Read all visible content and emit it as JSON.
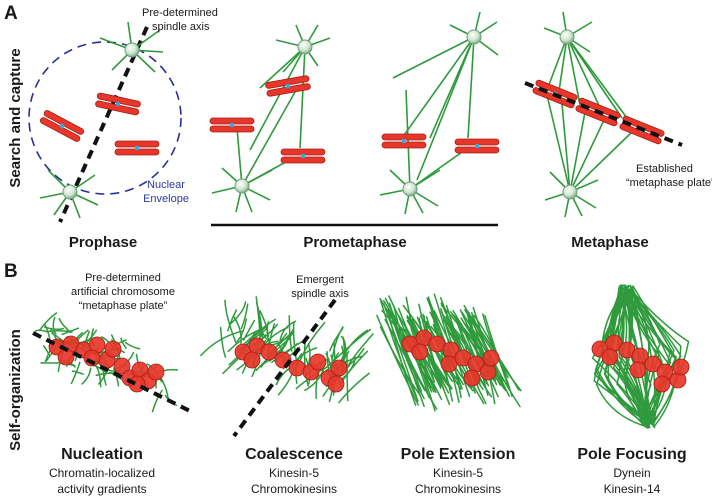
{
  "panel_a": {
    "letter": "A",
    "side_label": "Search and capture",
    "annotation_axis_line1": "Pre-determined",
    "annotation_axis_line2": "spindle axis",
    "envelope_line1": "Nuclear",
    "envelope_line2": "Envelope",
    "plate_line1": "Established",
    "plate_line2": "“metaphase plate”",
    "stages": [
      "Prophase",
      "Prometaphase",
      "Metaphase"
    ]
  },
  "panel_b": {
    "letter": "B",
    "side_label": "Self-organization",
    "annotation_plate": [
      "Pre-determined",
      "artificial chromosome",
      "“metaphase plate”"
    ],
    "annotation_axis": [
      "Emergent",
      "spindle axis"
    ],
    "stages": [
      {
        "name": "Nucleation",
        "line1": "Chromatin-localized",
        "line2": "activity gradients"
      },
      {
        "name": "Coalescence",
        "line1": "Kinesin-5",
        "line2": "Chromokinesins"
      },
      {
        "name": "Pole Extension",
        "line1": "Kinesin-5",
        "line2": "Chromokinesins"
      },
      {
        "name": "Pole Focusing",
        "line1": "Dynein",
        "line2": "Kinesin-14"
      }
    ]
  },
  "colors": {
    "microtubule": "#2f9a3c",
    "chromosome": "#e8362a",
    "kinetochore": "#3aa8e0",
    "centrosome": "#c8e3c8",
    "envelope": "#2a2f9a",
    "axis": "#111111"
  }
}
